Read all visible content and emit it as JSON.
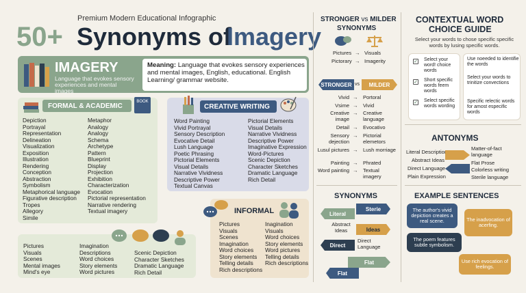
{
  "header": {
    "kicker": "Premium Modern Educational Infographic",
    "number": "50+",
    "title_a": "Synonyms of",
    "title_b": "Imagery"
  },
  "banner": {
    "word": "IMAGERY",
    "sub": "Language that evokes sensory experiences and mental images",
    "meaning_label": "Meaning:",
    "meaning_text": "Language that evokes sensory experiences and mental images, English, educational. English Learning/ grammar website."
  },
  "formal": {
    "title": "FORMAL & ACADEMIC",
    "book_label": "BOOK",
    "col1": [
      "Depiction",
      "Portrayal",
      "Representation",
      "Delineation",
      "Visualization",
      "Exposition",
      "Illustration",
      "Rendering",
      "Conception",
      "Abstraction",
      "Symbolism",
      "Metaphorical language",
      "Figurative description",
      "Tropes",
      "Allegory",
      "Simile"
    ],
    "col2": [
      "Metaphor",
      "Analogy",
      "Analogy",
      "Schema",
      "Archetype",
      "Pattern",
      "Blueprint",
      "Display",
      "Projection",
      "Exhibition",
      "Characterization",
      "Evocation",
      "Pictorial representation",
      "Narrative rendering",
      "Textual imagery"
    ]
  },
  "creative": {
    "title": "CREATIVE WRITING",
    "col1": [
      "Word Painting",
      "Vivid Portrayal",
      "Sensory Description",
      "Evocative Detail",
      "Lush Language",
      "Poetic Phrasing",
      "Pictorial Elements",
      "Visual Details",
      "Narrative Vividness",
      "Descriptive Power",
      "Textual Canvas"
    ],
    "col2": [
      "Pictorial Elements",
      "Visual Details",
      "Narrative Vividness",
      "Descriptive Power",
      "Imaginative Expression",
      "Word-Pictures",
      "Scenic Depiction",
      "Character Sketches",
      "Dramatic Language",
      "Rich Detail"
    ]
  },
  "informal": {
    "title": "INFORMAL",
    "col1": [
      "Pictures",
      "Visuals",
      "Scenes",
      "Imagination",
      "Word choices",
      "Story elements",
      "Telling details",
      "Rich descriptions"
    ],
    "col2": [
      "Inagination",
      "Visuals",
      "Word choices",
      "Story elements",
      "Word pictures",
      "Telling details",
      "Rich descriptions"
    ]
  },
  "bottom_left": {
    "col1": [
      "Pictures",
      "Visuals",
      "Scenes",
      "Mental images",
      "Mind's eye"
    ],
    "col2": [
      "Imagination",
      "Descriptions",
      "Word choices",
      "Story elements",
      "Word pictures"
    ],
    "col3": [
      "Scenic Depiction",
      "Character Sketches",
      "Dramatic Language",
      "Rich Detail"
    ]
  },
  "stronger": {
    "title_a": "STRONGER",
    "title_vs": "vs",
    "title_b": "MILDER",
    "title_c": "SYNONYMS",
    "top_pairs": [
      [
        "Pictures",
        "Visuals"
      ],
      [
        "Pictorary",
        "Imagerity"
      ]
    ],
    "arrow_left": "STRONGER",
    "arrow_vs": "vs",
    "arrow_right": "MILDER",
    "pairs": [
      [
        "Vivid",
        "Portoral"
      ],
      [
        "Vsime",
        "Vivid"
      ],
      [
        "Creative image",
        "Creative language"
      ],
      [
        "Detail",
        "Evocativo"
      ],
      [
        "Sensory dejection",
        "Pictorial elemetors"
      ],
      [
        "Lusul pictures",
        "Lush morriage"
      ],
      [
        "Painting",
        "Phrated"
      ],
      [
        "Word painting",
        "Textual imagery"
      ]
    ]
  },
  "guide": {
    "title_a": "CONTEXTUAL WORD",
    "title_b": "CHOICE GUIDE",
    "sub": "Select your words to chose specific specific words by lusing specific words.",
    "left": [
      "Select your word! choice words",
      "Short specific words feem words",
      "Select specific words wording"
    ],
    "right": [
      "Use noeeded to identifie the words",
      "Select your words to trinitize convections",
      "Specific relectic words for amost especific words"
    ]
  },
  "antonyms": {
    "title": "ANTONYMS",
    "left": [
      "Literal Description",
      "Abstract Ideas",
      "Direct Language",
      "Plain Expression"
    ],
    "right": [
      "Matter-of-fact language",
      "Flat Prose",
      "Colorless writing",
      "Sterile language"
    ]
  },
  "synonyms_box": {
    "title": "SYNONYMS",
    "items": [
      "Sterie",
      "Literal",
      "Abstract Ideas",
      "Ideas",
      "Direct",
      "Direct Language",
      "Flat",
      "Flat"
    ]
  },
  "examples": {
    "title": "EXAMPLE SENTENCES",
    "items": [
      "The author's vivid depiction creates a real scene.",
      "The inadvocation of acerfing.",
      "The poem features subtle symbolism.",
      "Use rich evocation of feelings."
    ]
  },
  "colors": {
    "green": "#8aa58c",
    "navy": "#3d5a80",
    "gold": "#d6a04a",
    "lavender": "#d9dbe8",
    "beige": "#efe3cf"
  }
}
